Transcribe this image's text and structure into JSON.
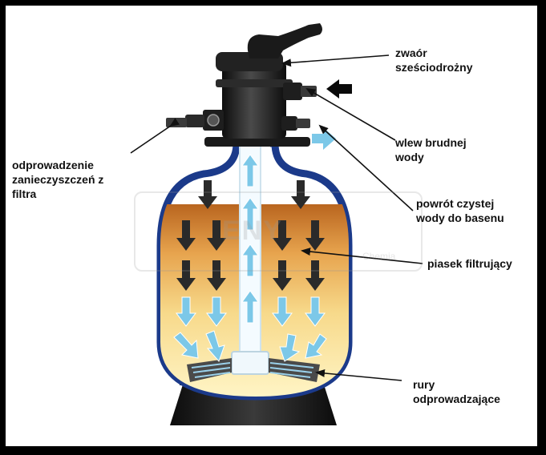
{
  "diagram": {
    "labels": {
      "valve": "zwaór\nsześciodrożny",
      "inlet": "wlew brudnej\nwody",
      "waste": "odprowadzenie\nzanieczyszczeń z\nfiltra",
      "return": "powrót czystej\nwody do basenu",
      "sand": "piasek filtrujący",
      "pipes": "rury\nodprowadzające"
    },
    "watermark": {
      "text": "ENY",
      "sub": "Chemia"
    },
    "colors": {
      "tank_outline": "#1b3a8a",
      "sand_top": "#c5762c",
      "sand_bottom": "#fff2b0",
      "water_arrow": "#7cc8e8",
      "dark_arrow": "#2a2a2a",
      "base": "#1a1a1a"
    }
  }
}
